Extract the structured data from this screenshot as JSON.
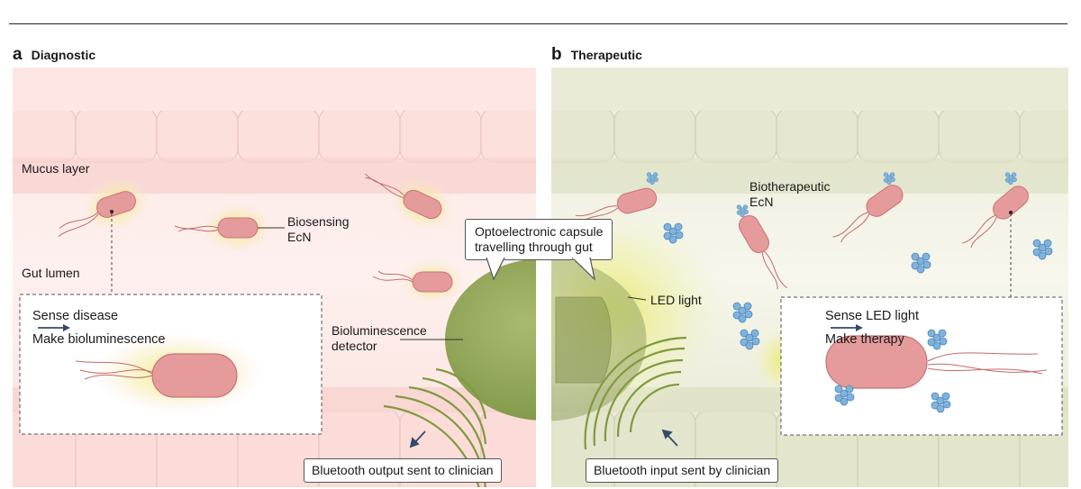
{
  "panel_a": {
    "letter": "a",
    "title": "Diagnostic",
    "labels": {
      "mucus": "Mucus layer",
      "lumen": "Gut lumen",
      "biosensing": "Biosensing\nEcN",
      "detector": "Bioluminescence\ndetector"
    },
    "inset": {
      "sense": "Sense disease",
      "make": "Make bioluminescence"
    },
    "bluetooth": "Bluetooth output sent to clinician"
  },
  "panel_b": {
    "letter": "b",
    "title": "Therapeutic",
    "labels": {
      "biotherapeutic": "Biotherapeutic\nEcN",
      "led": "LED light"
    },
    "inset": {
      "sense": "Sense LED light",
      "make": "Make therapy"
    },
    "bluetooth": "Bluetooth input sent by clinician"
  },
  "capsule_callout": "Optoelectronic capsule\ntravelling through gut",
  "colors": {
    "diagnostic_bg": "#fbe4e1",
    "therapeutic_bg": "#e9ead8",
    "bacteria": "#e59a9c",
    "capsule": "#93a857",
    "molecule": "#7fb3dd",
    "glow": "#f0e27a"
  }
}
